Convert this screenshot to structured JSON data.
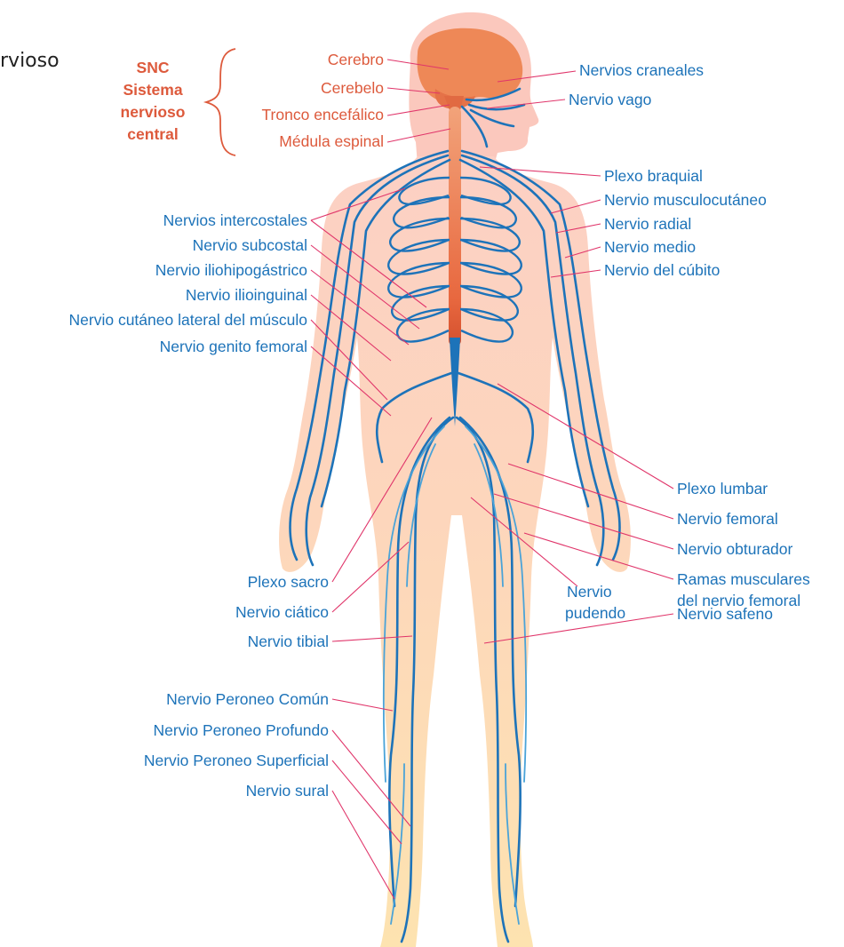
{
  "title_fragment": "rvioso",
  "snc_group": {
    "lines": [
      "SNC",
      "Sistema",
      "nervioso",
      "central"
    ],
    "parts": [
      "Cerebro",
      "Cerebelo",
      "Tronco encefálico",
      "Médula espinal"
    ]
  },
  "labels_right": [
    "Nervios craneales",
    "Nervio vago",
    "Plexo braquial",
    "Nervio musculocutáneo",
    "Nervio radial",
    "Nervio medio",
    "Nervio del cúbito",
    "Plexo lumbar",
    "Nervio femoral",
    "Nervio obturador",
    "Ramas musculares",
    "del nervio femoral",
    "Nervio",
    "pudendo",
    "Nervio safeno"
  ],
  "labels_left": [
    "Nervios intercostales",
    "Nervio subcostal",
    "Nervio iliohipogástrico",
    "Nervio ilioinguinal",
    "Nervio cutáneo lateral del músculo",
    "Nervio genito femoral",
    "Plexo sacro",
    "Nervio ciático",
    "Nervio tibial",
    "Nervio Peroneo Común",
    "Nervio Peroneo Profundo",
    "Nervio Peroneo Superficial",
    "Nervio sural"
  ],
  "colors": {
    "peripheral": "#1d73b9",
    "central": "#dd5a3c",
    "leader": "#e0356a",
    "skin_upper": "#fbd1c2",
    "skin_lower": "#fde2b3",
    "brain": "#f08a5a"
  }
}
